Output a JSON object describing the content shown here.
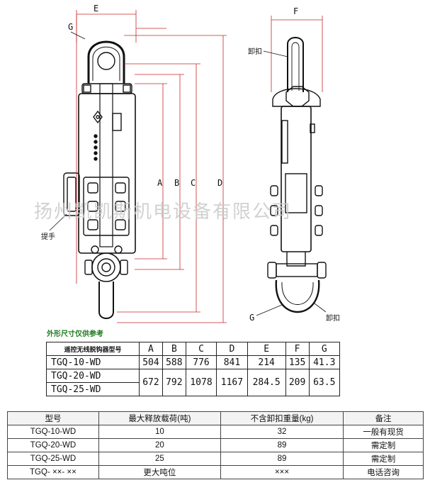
{
  "drawing": {
    "front_view_labels": {
      "e": "E",
      "g": "G",
      "a": "A",
      "b": "B",
      "c": "C",
      "d": "D",
      "handle": "提手"
    },
    "side_view_labels": {
      "f": "F",
      "shackle_top": "卸扣",
      "shackle_bottom": "卸扣",
      "g": "G"
    }
  },
  "watermark": "扬州凯凯斯机电设备有限公司",
  "dimension_caption": "外形尺寸仅供参考",
  "dimension_table": {
    "header": [
      "遥控无线脱钩器型号",
      "A",
      "B",
      "C",
      "D",
      "E",
      "F",
      "G"
    ],
    "rows": [
      {
        "models": [
          "TGQ-10-WD"
        ],
        "values": [
          "504",
          "588",
          "776",
          "841",
          "214",
          "135",
          "41.3"
        ]
      },
      {
        "models": [
          "TGQ-20-WD",
          "TGQ-25-WD"
        ],
        "values": [
          "672",
          "792",
          "1078",
          "1167",
          "284.5",
          "209",
          "63.5"
        ]
      }
    ]
  },
  "spec_table": {
    "header": [
      "型号",
      "最大释放载荷(吨)",
      "不含卸扣重量(kg)",
      "备注"
    ],
    "rows": [
      [
        "TGQ-10-WD",
        "10",
        "32",
        "一般有现货"
      ],
      [
        "TGQ-20-WD",
        "20",
        "89",
        "需定制"
      ],
      [
        "TGQ-25-WD",
        "25",
        "89",
        "需定制"
      ],
      [
        "TGQ- ××- ××",
        "更大吨位",
        "×××",
        "电话咨询"
      ]
    ]
  },
  "colors": {
    "line": "#111111",
    "dim_line": "#c62828",
    "caption": "#1f7a1f",
    "watermark": "#c9c9c9"
  }
}
